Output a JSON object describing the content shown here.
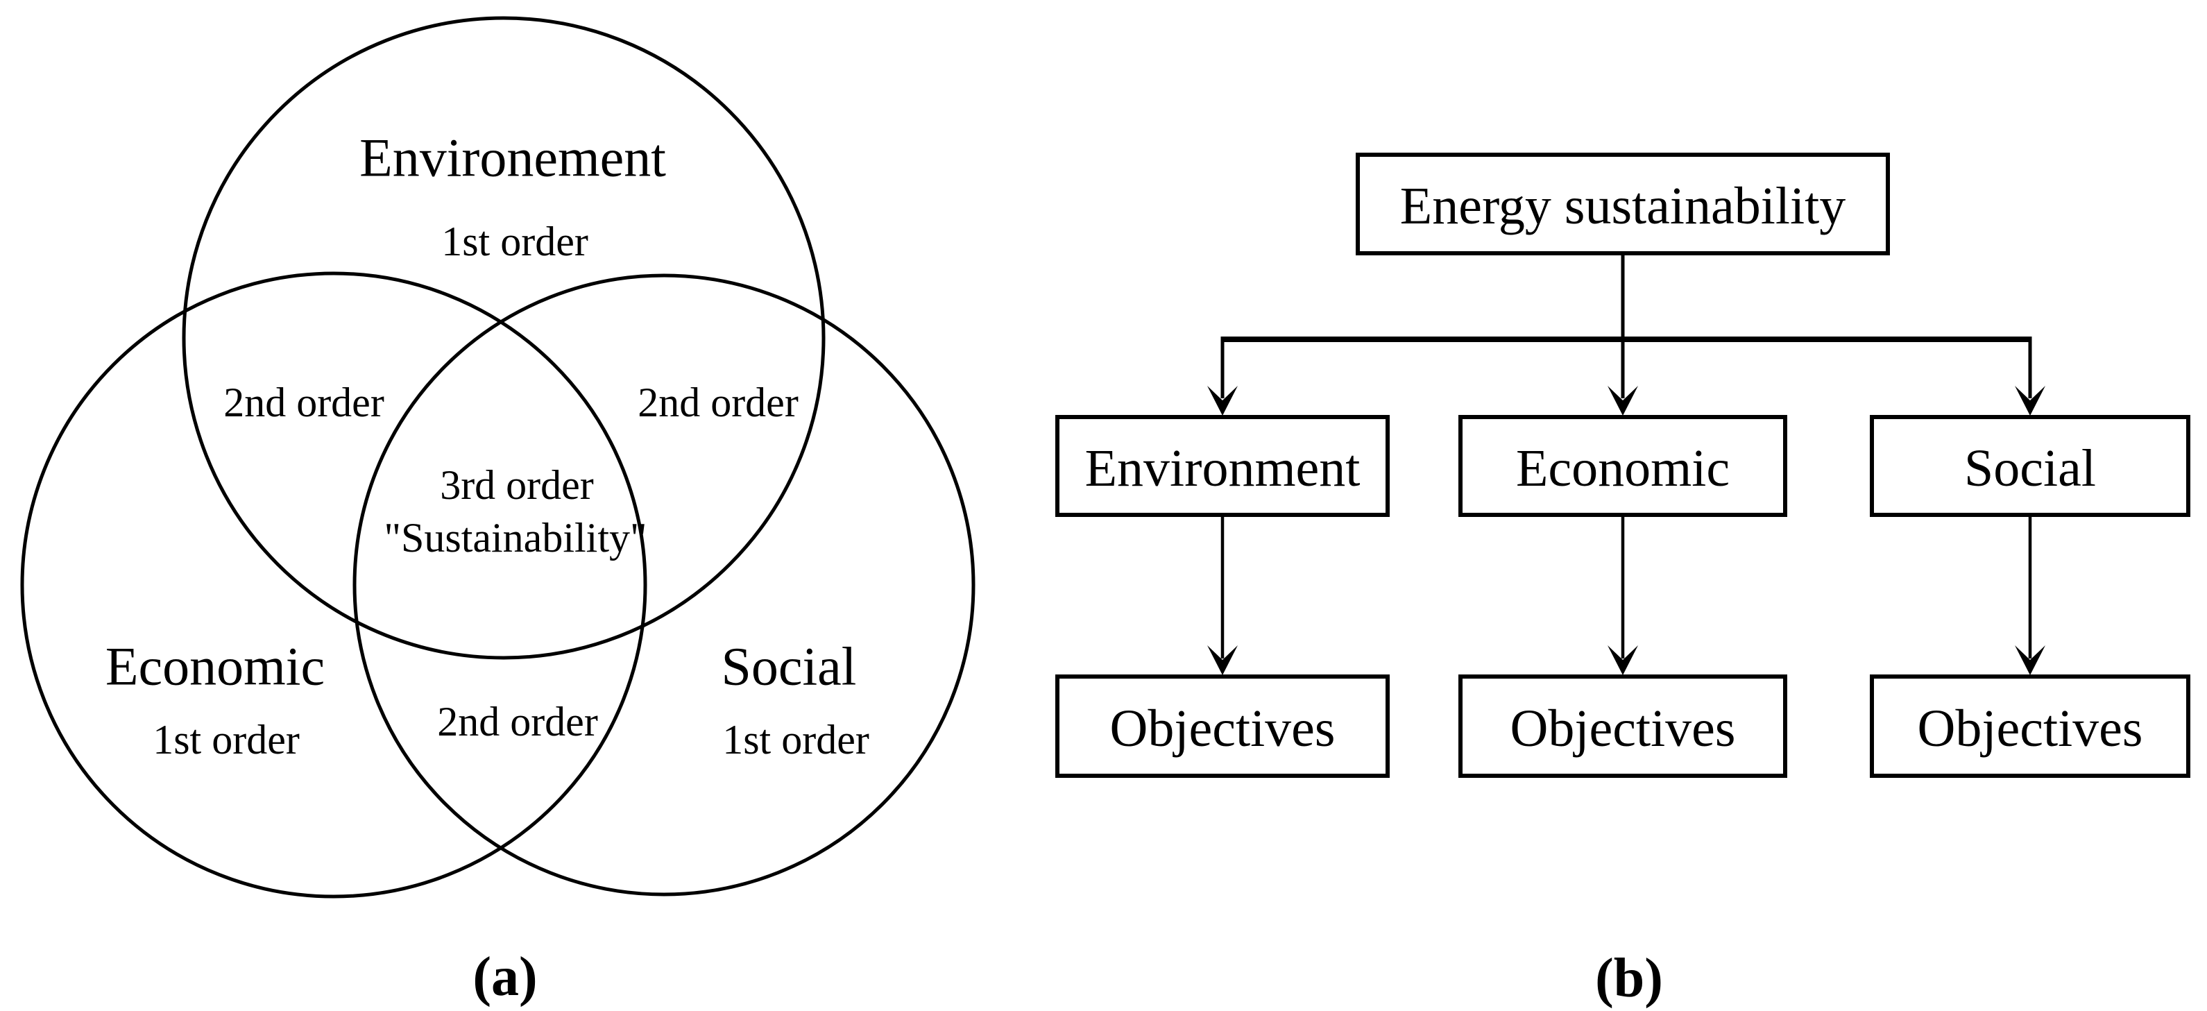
{
  "colors": {
    "ink": "#000000",
    "background": "#ffffff"
  },
  "panel_a": {
    "caption": "(a)",
    "sets": [
      {
        "name": "Environement",
        "order": "1st order"
      },
      {
        "name": "Economic",
        "order": "1st order"
      },
      {
        "name": "Social",
        "order": "1st order"
      }
    ],
    "intersections": {
      "environment_economic": "2nd order",
      "environment_social": "2nd order",
      "economic_social": "2nd order",
      "center_line1": "3rd order",
      "center_line2": "\"Sustainability\""
    }
  },
  "panel_b": {
    "caption": "(b)",
    "root_label": "Energy sustainability",
    "columns": [
      {
        "label": "Environment",
        "objective": "Objectives"
      },
      {
        "label": "Economic",
        "objective": "Objectives"
      },
      {
        "label": "Social",
        "objective": "Objectives"
      }
    ]
  }
}
